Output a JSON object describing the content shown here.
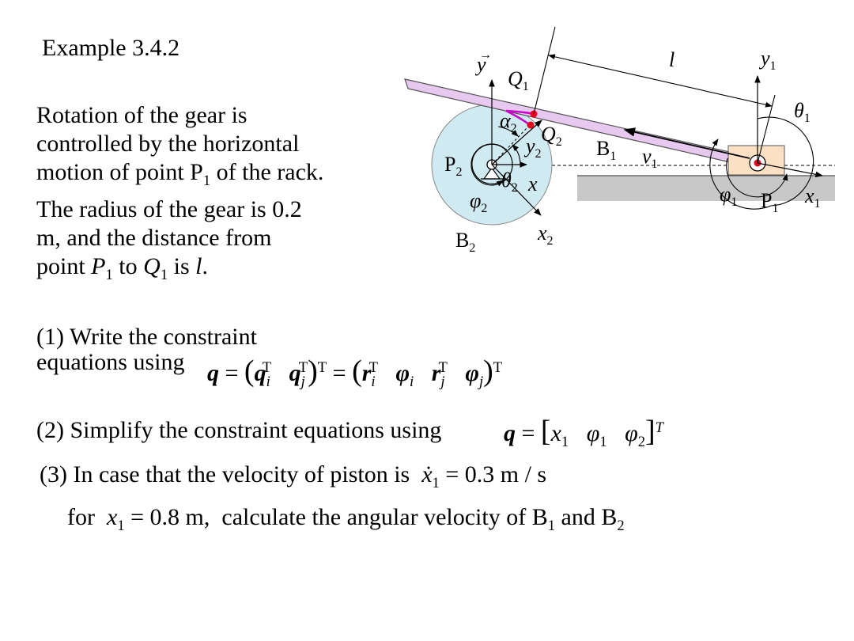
{
  "title": "Example 3.4.2",
  "problem": {
    "l1": "Rotation of the gear is",
    "l2": "controlled by the horizontal",
    "l3a": "motion of point P",
    "l3sub": "1",
    "l3b": " of the rack.",
    "l4": "The radius of the gear is 0.2",
    "l5": "m, and the distance from",
    "l6a": "point ",
    "l6P": "P",
    "l6sub1": "1",
    "l6b": " to ",
    "l6Q": "Q",
    "l6sub2": "1",
    "l6c": " is ",
    "l6l": "l",
    "l6d": "."
  },
  "questions": {
    "q1_line1": "(1) Write the constraint",
    "q1_line2": "equations using",
    "q2": "(2) Simplify the constraint equations using",
    "q3": "(3) In case that the velocity of piston is",
    "q3_value": " = 0.3 m / s",
    "q3_for": "for",
    "q3_x": " = 0.8 m,",
    "q3_calc": "calculate the angular velocity of B",
    "q3_and": " and B"
  },
  "labels": {
    "y": "y",
    "Q1": "Q",
    "Q2": "Q",
    "alpha2": "α",
    "y2": "y",
    "P2": "P",
    "theta2": "θ",
    "x": "x",
    "phi2": "φ",
    "B2": "B",
    "x2": "x",
    "l": "l",
    "y1": "y",
    "theta1": "θ",
    "B1": "B",
    "v1": "v",
    "phi1": "φ",
    "P1": "P",
    "x1": "x",
    "sub1": "1",
    "sub2": "2",
    "arrow": "→"
  },
  "colors": {
    "rack": "#e7c8ef",
    "gear": "#cfeaf0",
    "ground": "#c8c8c8",
    "block": "#fbe0c4",
    "point": "#e8001c",
    "curve": "#cc00cc"
  }
}
